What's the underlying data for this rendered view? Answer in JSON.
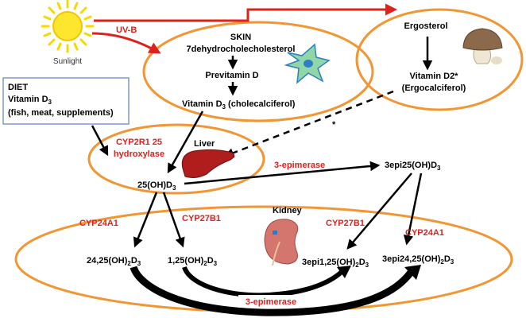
{
  "colors": {
    "orange": "#f29633",
    "red": "#e0201b",
    "blue": "#7b9bd1",
    "black": "#000000"
  },
  "icons": [
    "sun-icon",
    "skin-cell-icon",
    "mushroom-icon",
    "liver-icon",
    "kidney-icon"
  ],
  "sunlight": {
    "label": "Sunlight",
    "uvb": "UV-B"
  },
  "skin": {
    "title": "SKIN",
    "precursor": "7dehydrocholecholesterol",
    "previtamin": "Previtamin D",
    "d3_prefix": "Vitamin D",
    "d3_sub": "3",
    "d3_suffix": " (cholecalciferol)"
  },
  "ergo": {
    "title": "Ergosterol",
    "d2": "Vitamin D2*",
    "d2_name": "(Ergocalciferol)",
    "asterisk": "*"
  },
  "diet": {
    "title": "DIET",
    "vit_prefix": "Vitamin D",
    "vit_sub": "3",
    "sources": "(fish, meat, supplements)"
  },
  "liver": {
    "enzyme_line1": "CYP2R1 25",
    "enzyme_line2": "hydroxylase",
    "label": "Liver",
    "product": {
      "a": "25(OH)D",
      "sub": "3"
    }
  },
  "epimerase": {
    "label_top": "3-epimerase",
    "product": {
      "a": "3epi25(OH)D",
      "sub": "3"
    },
    "label_bottom": "3-epimerase"
  },
  "kidney": {
    "label": "Kidney",
    "cyp24a1_left": "CYP24A1",
    "cyp27b1_left": "CYP27B1",
    "cyp27b1_right": "CYP27B1",
    "cyp24a1_right": "CYP24A1",
    "m1": {
      "a": "24,25(OH)",
      "s1": "2",
      "b": "D",
      "s2": "3"
    },
    "m2": {
      "a": "1,25(OH)",
      "s1": "2",
      "b": "D",
      "s2": "3"
    },
    "m3": {
      "a": "3epi1,25(OH)",
      "s1": "2",
      "b": "D",
      "s2": "3"
    },
    "m4": {
      "a": "3epi24,25(OH)",
      "s1": "2",
      "b": "D",
      "s2": "3"
    }
  }
}
